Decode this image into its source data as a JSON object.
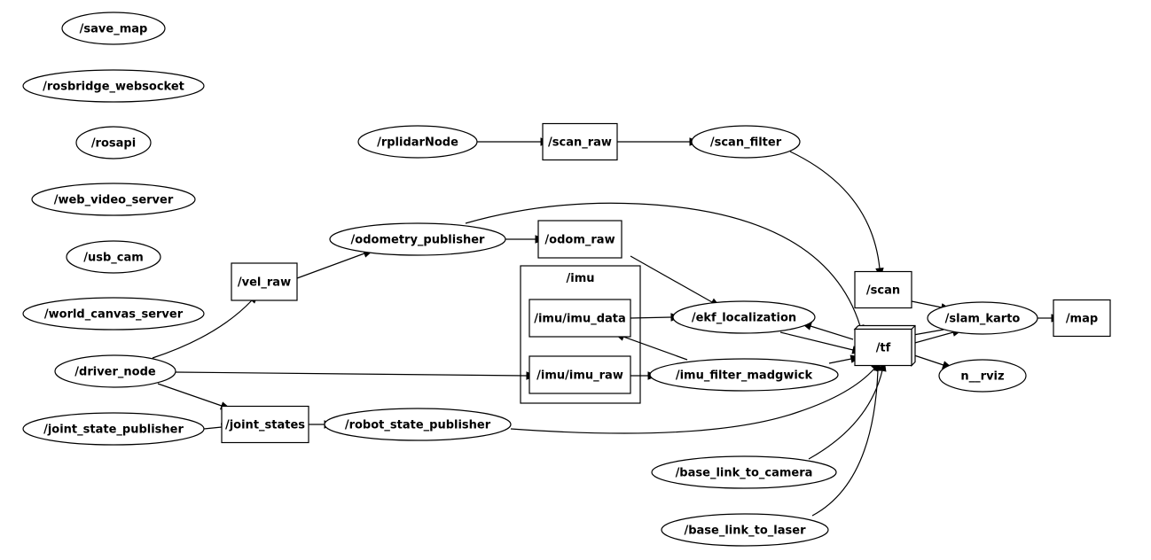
{
  "nodes": [
    {
      "id": "save_map",
      "label": "/save_map",
      "shape": "ellipse"
    },
    {
      "id": "rosbridge_websocket",
      "label": "/rosbridge_websocket",
      "shape": "ellipse"
    },
    {
      "id": "rosapi",
      "label": "/rosapi",
      "shape": "ellipse"
    },
    {
      "id": "web_video_server",
      "label": "/web_video_server",
      "shape": "ellipse"
    },
    {
      "id": "usb_cam",
      "label": "/usb_cam",
      "shape": "ellipse"
    },
    {
      "id": "world_canvas_server",
      "label": "/world_canvas_server",
      "shape": "ellipse"
    },
    {
      "id": "driver_node",
      "label": "/driver_node",
      "shape": "ellipse"
    },
    {
      "id": "joint_state_publisher",
      "label": "/joint_state_publisher",
      "shape": "ellipse"
    },
    {
      "id": "vel_raw",
      "label": "/vel_raw",
      "shape": "box"
    },
    {
      "id": "joint_states",
      "label": "/joint_states",
      "shape": "box"
    },
    {
      "id": "robot_state_publisher",
      "label": "/robot_state_publisher",
      "shape": "ellipse"
    },
    {
      "id": "odometry_publisher",
      "label": "/odometry_publisher",
      "shape": "ellipse"
    },
    {
      "id": "rplidarNode",
      "label": "/rplidarNode",
      "shape": "ellipse"
    },
    {
      "id": "scan_raw",
      "label": "/scan_raw",
      "shape": "box"
    },
    {
      "id": "scan_filter",
      "label": "/scan_filter",
      "shape": "ellipse"
    },
    {
      "id": "odom_raw",
      "label": "/odom_raw",
      "shape": "box"
    },
    {
      "id": "imu_imu_data",
      "label": "/imu/imu_data",
      "shape": "box"
    },
    {
      "id": "imu_imu_raw",
      "label": "/imu/imu_raw",
      "shape": "box"
    },
    {
      "id": "ekf_localization",
      "label": "/ekf_localization",
      "shape": "ellipse"
    },
    {
      "id": "imu_filter_madgwick",
      "label": "/imu_filter_madgwick",
      "shape": "ellipse"
    },
    {
      "id": "scan",
      "label": "/scan",
      "shape": "box"
    },
    {
      "id": "tf",
      "label": "/tf",
      "shape": "box3d"
    },
    {
      "id": "slam_karto",
      "label": "/slam_karto",
      "shape": "ellipse"
    },
    {
      "id": "map",
      "label": "/map",
      "shape": "box"
    },
    {
      "id": "n_rviz",
      "label": "n__rviz",
      "shape": "ellipse"
    },
    {
      "id": "base_link_to_camera",
      "label": "/base_link_to_camera",
      "shape": "ellipse"
    },
    {
      "id": "base_link_to_laser",
      "label": "/base_link_to_laser",
      "shape": "ellipse"
    }
  ],
  "clusters": [
    {
      "id": "imu_cluster",
      "label": "/imu"
    }
  ],
  "edges": [
    {
      "from": "rplidarNode",
      "to": "scan_raw"
    },
    {
      "from": "scan_raw",
      "to": "scan_filter"
    },
    {
      "from": "scan_filter",
      "to": "scan"
    },
    {
      "from": "odometry_publisher",
      "to": "odom_raw"
    },
    {
      "from": "odometry_publisher",
      "to": "tf"
    },
    {
      "from": "vel_raw",
      "to": "odometry_publisher"
    },
    {
      "from": "driver_node",
      "to": "vel_raw"
    },
    {
      "from": "driver_node",
      "to": "imu_imu_raw"
    },
    {
      "from": "driver_node",
      "to": "joint_states"
    },
    {
      "from": "joint_state_publisher",
      "to": "joint_states"
    },
    {
      "from": "joint_states",
      "to": "robot_state_publisher"
    },
    {
      "from": "robot_state_publisher",
      "to": "tf"
    },
    {
      "from": "odom_raw",
      "to": "ekf_localization"
    },
    {
      "from": "imu_imu_data",
      "to": "ekf_localization"
    },
    {
      "from": "imu_imu_raw",
      "to": "imu_filter_madgwick"
    },
    {
      "from": "imu_filter_madgwick",
      "to": "imu_imu_data"
    },
    {
      "from": "imu_filter_madgwick",
      "to": "tf"
    },
    {
      "from": "ekf_localization",
      "to": "tf"
    },
    {
      "from": "tf",
      "to": "ekf_localization"
    },
    {
      "from": "scan",
      "to": "slam_karto"
    },
    {
      "from": "slam_karto",
      "to": "map"
    },
    {
      "from": "slam_karto",
      "to": "tf"
    },
    {
      "from": "tf",
      "to": "slam_karto"
    },
    {
      "from": "tf",
      "to": "n_rviz"
    },
    {
      "from": "base_link_to_camera",
      "to": "tf"
    },
    {
      "from": "base_link_to_laser",
      "to": "tf"
    }
  ]
}
